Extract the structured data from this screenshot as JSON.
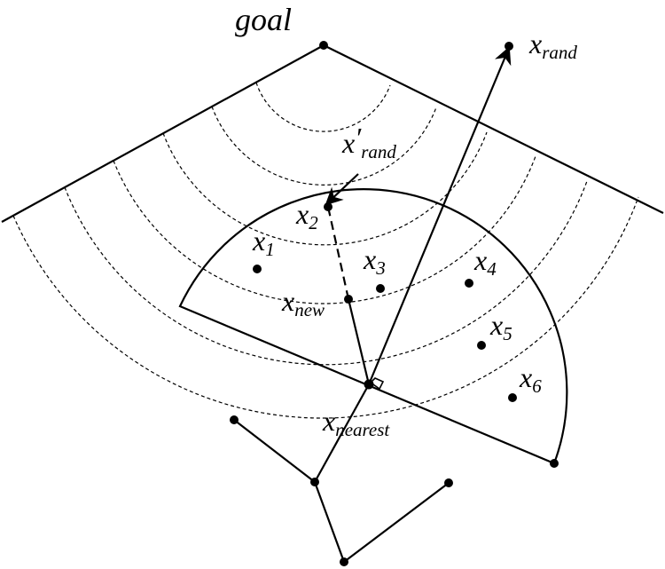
{
  "labels": {
    "goal": "goal",
    "x_rand": {
      "base": "x",
      "sub": "rand"
    },
    "x_rand_prime": {
      "base": "x",
      "prime": "′",
      "sub": "rand"
    },
    "x_new": {
      "base": "x",
      "sub": "new"
    },
    "x_nearest": {
      "base": "x",
      "sub": "nearest"
    },
    "x1": {
      "base": "x",
      "sub": "1"
    },
    "x2": {
      "base": "x",
      "sub": "2"
    },
    "x3": {
      "base": "x",
      "sub": "3"
    },
    "x4": {
      "base": "x",
      "sub": "4"
    },
    "x5": {
      "base": "x",
      "sub": "5"
    },
    "x6": {
      "base": "x",
      "sub": "6"
    }
  },
  "colors": {
    "ink": "#000000",
    "background": "#ffffff"
  }
}
